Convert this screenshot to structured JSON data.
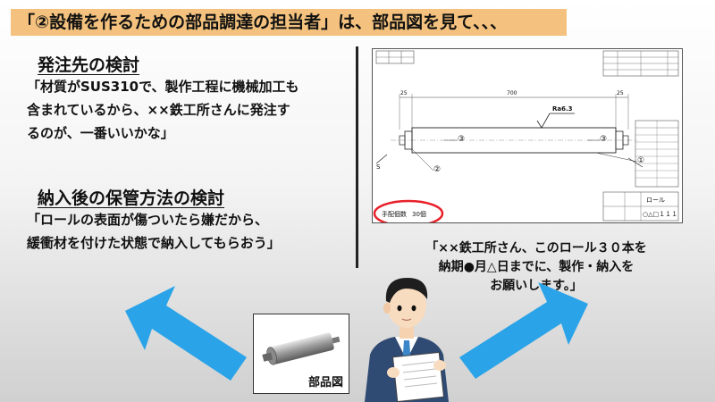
{
  "banner": {
    "title": "「②設備を作るための部品調達の担当者」は、部品図を見て、、、"
  },
  "left": {
    "order_heading": "発注先の検討",
    "order_lines": [
      "「材質がSUS310で、製作工程に機械加工も",
      "含まれているから、××鉄工所さんに発注す",
      "るのが、一番いいかな」"
    ],
    "storage_heading": "納入後の保管方法の検討",
    "storage_lines": [
      "「ロールの表面が傷ついたら嫌だから、",
      "緩衝材を付けた状態で納入してもらおう」"
    ]
  },
  "drawing": {
    "dimension_left": "25",
    "dimension_length": "700",
    "dimension_right": "25",
    "roughness": "Ra6.3",
    "balloons": [
      "①",
      "②",
      "③",
      "③"
    ],
    "section_mark": "S",
    "title_block_name": "ロール",
    "drawing_number": "○△□１１１",
    "order_qty_label": "手配個数",
    "order_qty_value": "30個"
  },
  "right": {
    "quote_lines": [
      "「××鉄工所さん、このロール３０本を",
      "納期●月△日までに、製作・納入を",
      "お願いします。」"
    ]
  },
  "photo": {
    "label": "部品図"
  },
  "colors": {
    "banner_bg": "#f4c27e",
    "arrow_blue": "#2aa3e8",
    "highlight_red": "#e8202a",
    "suit_navy": "#2f4a73"
  }
}
